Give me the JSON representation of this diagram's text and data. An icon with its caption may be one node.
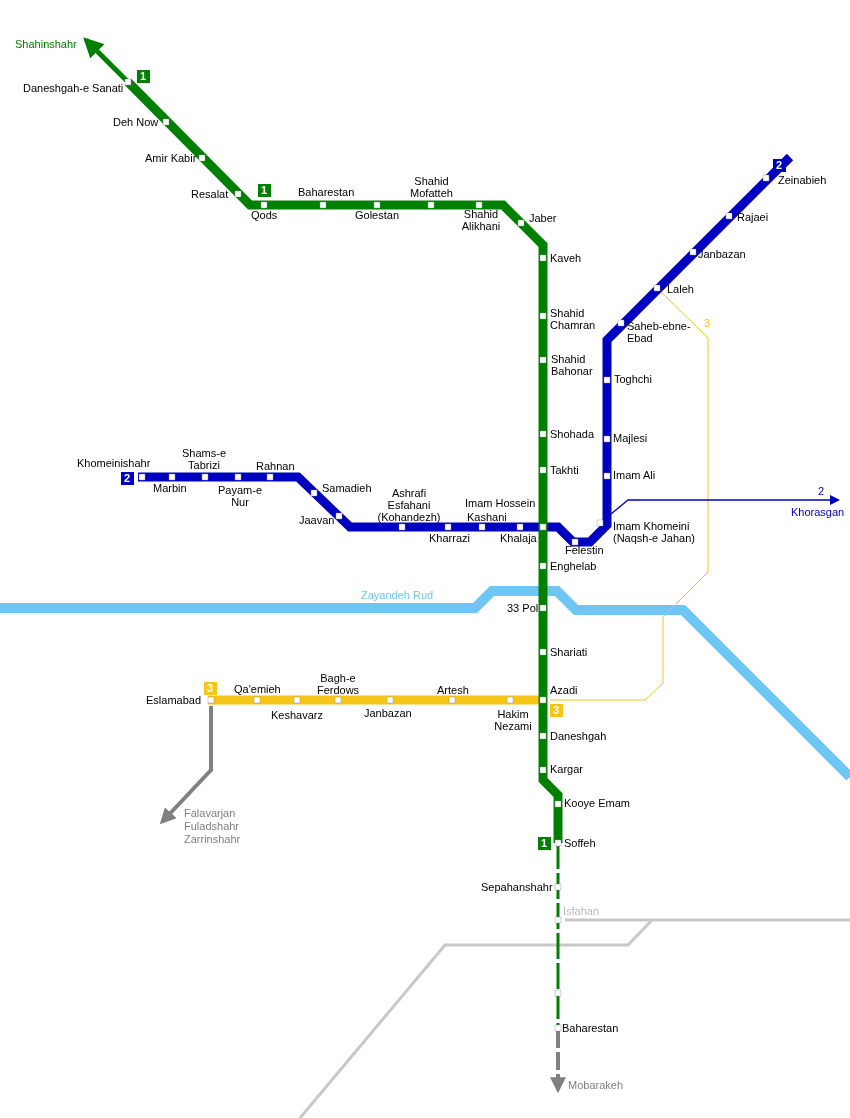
{
  "diagram": {
    "labels": [
      "Shahinshahr",
      "1",
      "Daneshgah-e Sanati",
      "Deh Now",
      "Amir Kabir",
      "Resalat",
      "1",
      "Qods",
      "Baharestan",
      "Golestan",
      "Shahid Mofatteh",
      "Shahid Alikhani",
      "Jaber",
      "2",
      "Zeinabieh",
      "Rajaei",
      "Kaveh",
      "Janbazan",
      "Laleh",
      "Shahid Chamran",
      "Saheb-ebne-Ebad",
      "3",
      "Shahid Bahonar",
      "Toghchi",
      "Shohada",
      "Majlesi",
      "Khomeinishahr",
      "2",
      "Shams-e Tabrizi",
      "Rahnan",
      "Takhti",
      "Imam Ali",
      "Marbin",
      "Payam-e Nur",
      "Samadieh",
      "Jaavan",
      "Ashrafi Esfahani (Kohandezh)",
      "Imam Hossein",
      "Kashani",
      "2",
      "Khorasgan",
      "Kharrazi",
      "Khalaja",
      "Imam Khomeini (Naqsh-e Jahan)",
      "Felestin",
      "Enghelab",
      "Zayandeh Rud",
      "33 Pol",
      "Shariati",
      "Bagh-e Ferdows",
      "Qa'emieh",
      "Artesh",
      "Azadi",
      "Eslamabad",
      "3",
      "3",
      "Keshavarz",
      "Janbazan",
      "Hakim Nezami",
      "Daneshgah",
      "Kargar",
      "Kooye Emam",
      "Falavarjan",
      "Fuladshahr",
      "Zarrinshahr",
      "1",
      "Soffeh",
      "Sepahanshahr",
      "Isfahan",
      "Baharestan",
      "Mobarakeh"
    ]
  }
}
